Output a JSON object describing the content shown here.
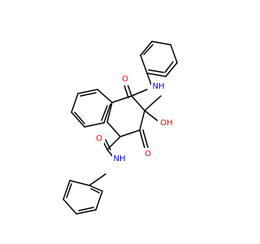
{
  "molecule": {
    "atoms": {
      "nh_top": {
        "label": "NH",
        "color": "#0000FF"
      },
      "o_amide_top": {
        "label": "O",
        "color": "#FF0000"
      },
      "oh": {
        "label": "OH",
        "color": "#FF0000"
      },
      "o_amide_bottom": {
        "label": "O",
        "color": "#FF0000"
      },
      "nh_bottom": {
        "label": "NH",
        "color": "#0000FF"
      },
      "o_ketone": {
        "label": "O",
        "color": "#FF0000"
      }
    },
    "bond_color": "#000000"
  }
}
